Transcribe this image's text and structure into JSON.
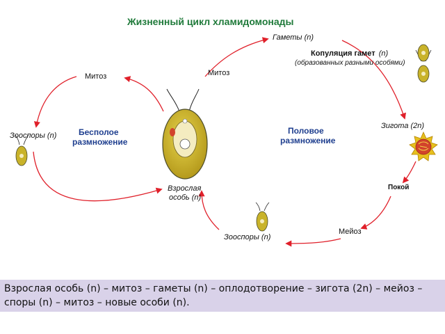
{
  "title": "Жизненный цикл хламидомонады",
  "labels": {
    "gametes": "Гаметы (n)",
    "copulation_title": "Копуляция гамет",
    "copulation_n": "(n)",
    "copulation_note": "(образованных разными особями)",
    "mitosis_left": "Митоз",
    "mitosis_right": "Митоз",
    "zoospores_left": "Зооспоры (n)",
    "zoospores_bottom": "Зооспоры (n)",
    "zygote": "Зигота (2n)",
    "rest": "Покой",
    "meiosis": "Мейоз",
    "adult_line1": "Взрослая",
    "adult_line2": "особь (n)",
    "asexual_line1": "Бесполое",
    "asexual_line2": "размножение",
    "sexual_line1": "Половое",
    "sexual_line2": "размножение"
  },
  "colors": {
    "title": "#1f7a3a",
    "cycle_heading": "#1f3f8f",
    "arrow": "#e0202a",
    "cell_fill": "#c9b32a",
    "caption_bg": "#d9d2e9"
  },
  "caption": "Взрослая особь (n) – митоз – гаметы (n) – оплодотворение – зигота (2n) – мейоз – споры (n) – митоз – новые особи (n)."
}
